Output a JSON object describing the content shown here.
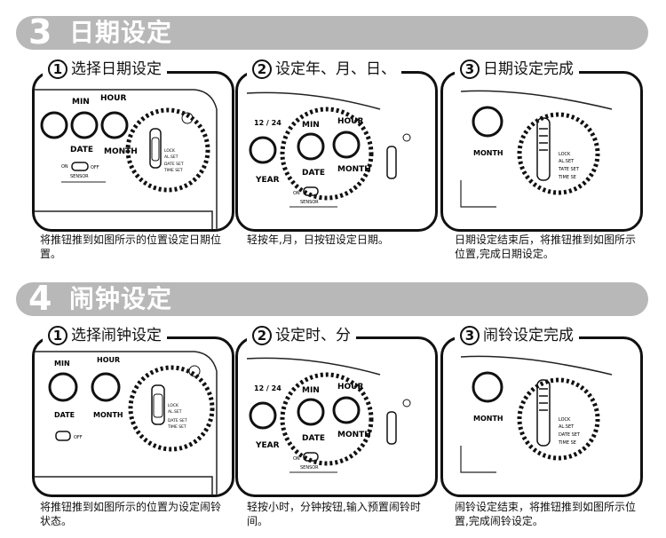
{
  "section3": {
    "number": "3",
    "title": "日期设定",
    "steps": [
      {
        "num": "1",
        "label": "选择日期设定",
        "caption": "将推钮推到如图所示的位置设定日期位置。"
      },
      {
        "num": "2",
        "label": "设定年、月、日、",
        "caption": "轻按年,月，日按钮设定日期。"
      },
      {
        "num": "3",
        "label": "日期设定完成",
        "caption": "日期设定结束后，将推钮推到如图所示位置,完成日期设定。"
      }
    ]
  },
  "section4": {
    "number": "4",
    "title": "闹钟设定",
    "steps": [
      {
        "num": "1",
        "label": "选择闹钟设定",
        "caption": "将推钮推到如图所示的位置为设定闹铃状态。"
      },
      {
        "num": "2",
        "label": "设定时、分",
        "caption": "轻按小时，分钟按钮,输入预置闹铃时间。"
      },
      {
        "num": "3",
        "label": "闹铃设定完成",
        "caption": "闹铃设定结束，将推钮推到如图所示位置,完成闹铃设定。"
      }
    ]
  },
  "device_labels": {
    "min": "MIN",
    "hour": "HOUR",
    "date": "DATE",
    "month": "MONTH",
    "year": "YEAR",
    "mode_12_24": "12 / 24",
    "on": "ON",
    "off": "OFF",
    "sensor": "SENSOR",
    "lock": "LOCK",
    "al_set": "AL.SET",
    "date_set": "DATE SET",
    "time_set": "TIME SET",
    "tate_set": "TATE SET",
    "time_se": "TIME SE"
  }
}
